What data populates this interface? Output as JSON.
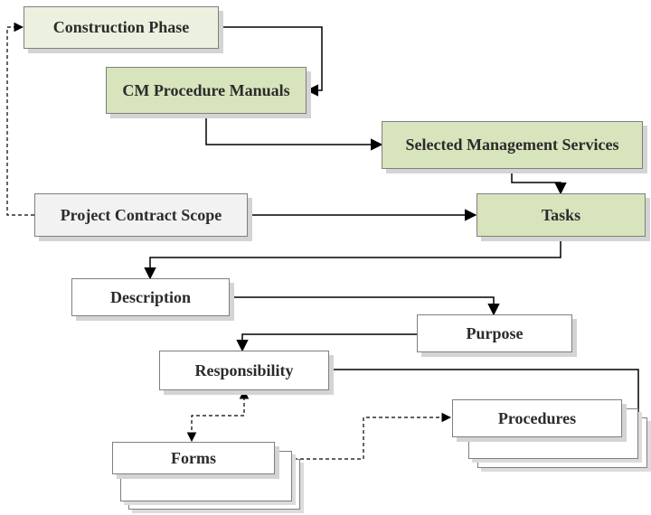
{
  "nodes": {
    "construction_phase": "Construction Phase",
    "cm_procedure_manuals": "CM Procedure Manuals",
    "selected_management_services": "Selected Management Services",
    "project_contract_scope": "Project Contract Scope",
    "tasks": "Tasks",
    "description": "Description",
    "purpose": "Purpose",
    "responsibility": "Responsibility",
    "procedures": "Procedures",
    "forms": "Forms"
  },
  "colors": {
    "light_green": "#ebf1de",
    "green": "#d8e4bc",
    "gray": "#f2f2f2",
    "white": "#ffffff",
    "border": "#7f7f7f",
    "connector": "#000000"
  }
}
